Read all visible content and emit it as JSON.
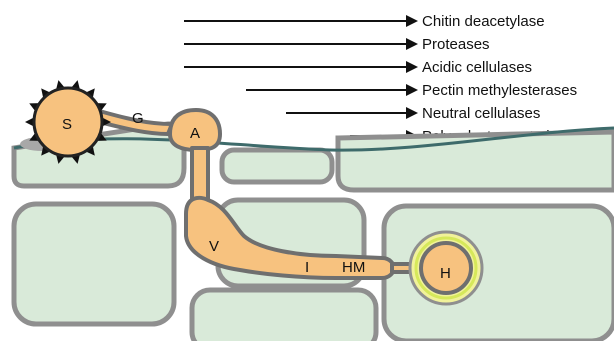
{
  "colors": {
    "cell_fill": "#d9ead9",
    "cell_stroke": "#8f8f8f",
    "fungus_fill": "#f7c27f",
    "fungus_stroke": "#6f6f6f",
    "cuticle": "#3e6b6b",
    "halo": "#f1f29a",
    "halo_ring": "#d6e85a",
    "arrow": "#111111",
    "debris": "#a8a8a8"
  },
  "enzymes": [
    {
      "label": "Chitin deacetylase"
    },
    {
      "label": "Proteases"
    },
    {
      "label": "Acidic cellulases"
    },
    {
      "label": "Pectin methylesterases"
    },
    {
      "label": "Neutral cellulases"
    },
    {
      "label": "Polygalacturonate lyase"
    }
  ],
  "structures": {
    "spore": "S",
    "germ_tube": "G",
    "appressorium": "A",
    "vesicle": "V",
    "infection_hypha": "I",
    "haustorial_mother_cell": "HM",
    "haustorium": "H"
  }
}
